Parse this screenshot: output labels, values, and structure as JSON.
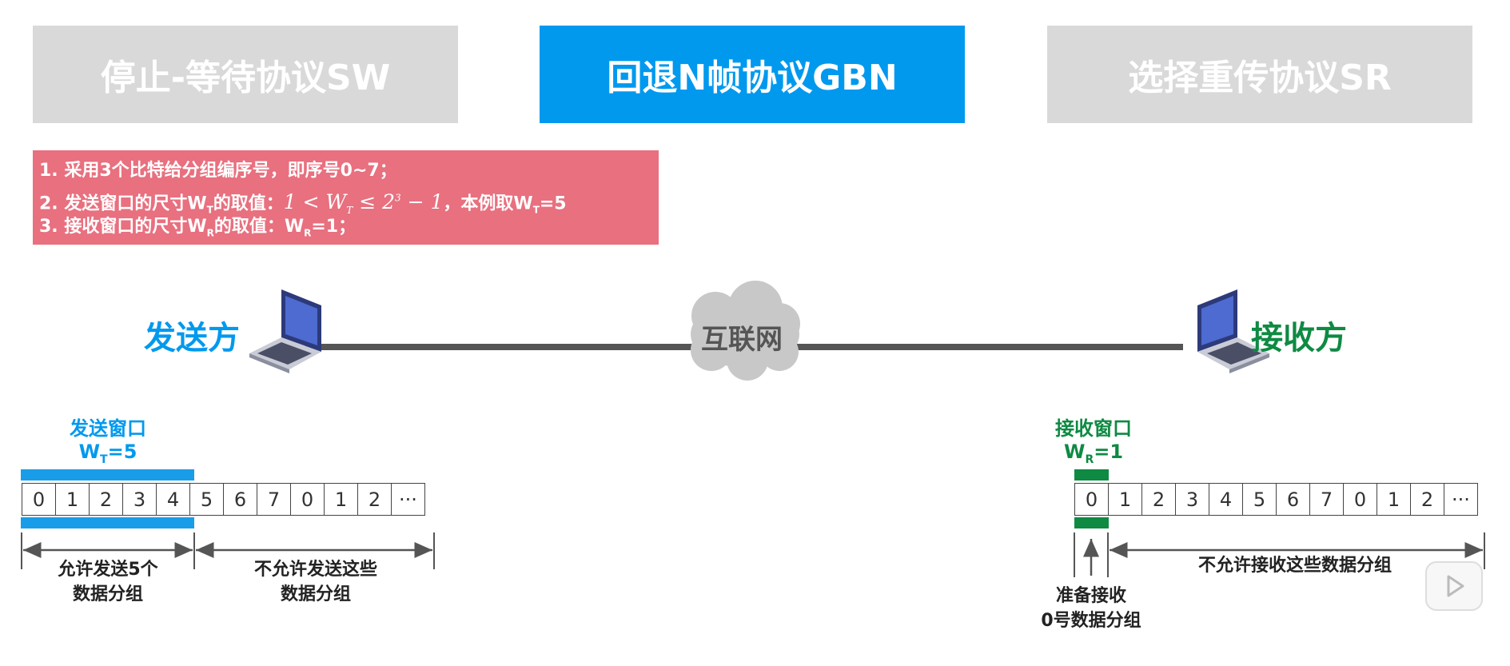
{
  "tabs": {
    "sw": "停止-等待协议SW",
    "gbn": "回退N帧协议GBN",
    "sr": "选择重传协议SR"
  },
  "info": {
    "line1": "1. 采用3个比特给分组编序号，即序号0~7；",
    "line2_prefix": "2. 发送窗口的尺寸W",
    "line2_sub": "T",
    "line2_mid": "的取值：",
    "math_left": "1 < W",
    "math_sub": "T",
    "math_right": " ≤ 2",
    "math_sup": "3",
    "math_tail": " − 1",
    "line2_suffix": "，本例取W",
    "line2_suffix_sub": "T",
    "line2_suffix_val": "=5",
    "line3_prefix": "3. 接收窗口的尺寸W",
    "line3_sub": "R",
    "line3_mid": "的取值：W",
    "line3_sub2": "R",
    "line3_val": "=1；"
  },
  "network": {
    "sender": "发送方",
    "cloud": "互联网",
    "receiver": "接收方"
  },
  "send_window": {
    "title": "发送窗口",
    "size_prefix": "W",
    "size_sub": "T",
    "size_val": "=5",
    "cells": [
      "0",
      "1",
      "2",
      "3",
      "4",
      "5",
      "6",
      "7",
      "0",
      "1",
      "2",
      "···"
    ],
    "allowed_line1": "允许发送5个",
    "allowed_line2": "数据分组",
    "denied_line1": "不允许发送这些",
    "denied_line2": "数据分组"
  },
  "recv_window": {
    "title": "接收窗口",
    "size_prefix": "W",
    "size_sub": "R",
    "size_val": "=1",
    "cells": [
      "0",
      "1",
      "2",
      "3",
      "4",
      "5",
      "6",
      "7",
      "0",
      "1",
      "2",
      "···"
    ],
    "ready_line1": "准备接收",
    "ready_line2": "0号数据分组",
    "denied": "不允许接收这些数据分组"
  },
  "colors": {
    "active_tab": "#0099ee",
    "inactive_tab": "#d9d9d9",
    "info_bg": "#e8707f",
    "sender": "#0099ee",
    "receiver": "#0e8a43"
  }
}
